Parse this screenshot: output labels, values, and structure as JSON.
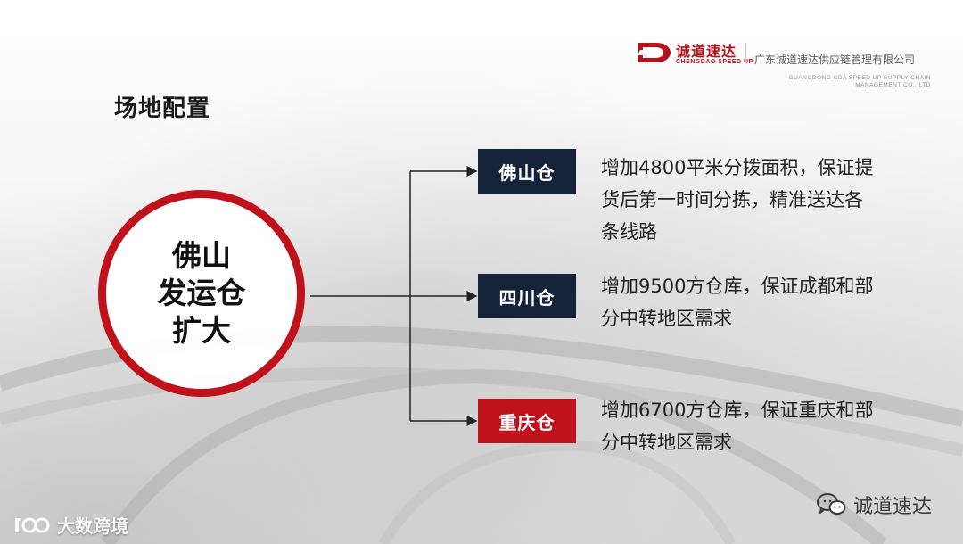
{
  "brand": {
    "logo_name": "chengdao-speed-up-logo",
    "name_cn": "诚道速达",
    "name_en": "CHENGDAO SPEED UP",
    "company_cn": "广东诚道速达供应链管理有限公司",
    "company_en_line1": "GUANGDONG CDA SPEED UP SUPPLY CHAIN",
    "company_en_line2": "MANAGEMENT CO., LTD",
    "color": "#b5121b"
  },
  "page": {
    "title": "场地配置"
  },
  "diagram": {
    "center": {
      "text": "佛山\n发运仓\n扩大",
      "border_color": "#c0121b"
    },
    "branches": [
      {
        "label": "佛山仓",
        "color": "#14233a",
        "description": "增加4800平米分拨面积，保证提\n货后第一时间分拣，精准送达各\n条线路"
      },
      {
        "label": "四川仓",
        "color": "#14233a",
        "description": "增加9500方仓库，保证成都和部\n分中转地区需求"
      },
      {
        "label": "重庆仓",
        "color": "#c0121b",
        "description": "增加6700方仓库，保证重庆和部\n分中转地区需求"
      }
    ]
  },
  "footer": {
    "left_watermark": "大数跨境",
    "right_watermark": "诚道速达",
    "right_icon": "wechat-icon"
  }
}
